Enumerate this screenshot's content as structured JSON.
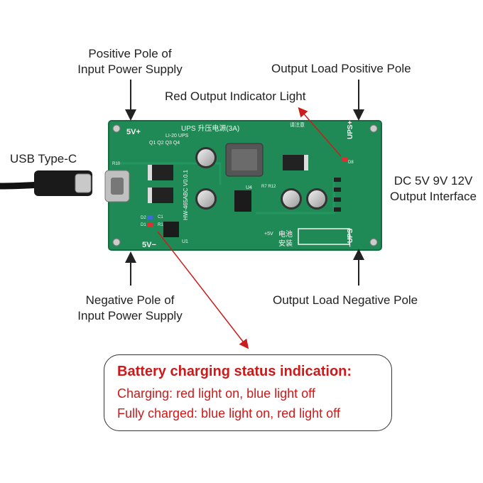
{
  "labels": {
    "positive_input": [
      "Positive Pole of",
      "Input Power Supply"
    ],
    "negative_input": [
      "Negative Pole of",
      "Input Power Supply"
    ],
    "output_positive": "Output Load Positive Pole",
    "output_negative": "Output Load Negative Pole",
    "red_indicator": "Red Output Indicator Light",
    "usb": "USB Type-C",
    "output_interface": [
      "DC 5V 9V 12V",
      "Output Interface"
    ]
  },
  "board": {
    "title": "UPS 升压电源(3A)",
    "model": "HW-465ABC V0.0.1",
    "pin_5v_plus": "5V+",
    "pin_5v_minus": "5V−",
    "ups_plus": "UPS+",
    "ups_minus": "−UPS",
    "battery_label": "电池",
    "install_label": "安装",
    "led_row": "Q1  Q2  Q3  Q4",
    "li_label": "LI-20  UPS",
    "u4": "U4",
    "u1": "U1",
    "r10": "R10",
    "r7r12": "R7 R12",
    "d1": "D1",
    "d2": "D2",
    "c1": "C1",
    "r1": "R1",
    "d8": "D8",
    "note_title": "请注意",
    "plus5v": "+5V"
  },
  "status": {
    "title": "Battery charging status indication:",
    "charging": "Charging: red light on, blue light off",
    "full": "Fully charged: blue light on, red light off"
  },
  "colors": {
    "pcb": "#1f8a55",
    "pcb_dark": "#156b40",
    "arrow_red": "#c81e1e",
    "text_red": "#d01818"
  }
}
